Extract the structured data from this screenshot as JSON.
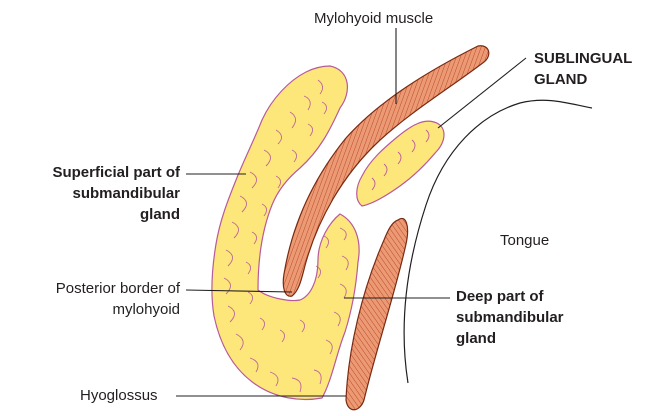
{
  "labels": {
    "mylohyoid_muscle": "Mylohyoid muscle",
    "sublingual_gland": [
      "SUBLINGUAL",
      "GLAND"
    ],
    "superficial_part": [
      "Superficial part of",
      "submandibular",
      "gland"
    ],
    "tongue": "Tongue",
    "posterior_border": [
      "Posterior border of",
      "mylohyoid"
    ],
    "deep_part": [
      "Deep part of",
      "submandibular",
      "gland"
    ],
    "hyoglossus": "Hyoglossus"
  },
  "colors": {
    "gland_fill": "#fde67a",
    "gland_outline": "#b85a9a",
    "muscle_fill": "#ec9a74",
    "muscle_stripe": "#b9492b",
    "muscle_outline": "#7a2a12",
    "leader_line": "#231f20",
    "tongue_outline": "#231f20"
  }
}
